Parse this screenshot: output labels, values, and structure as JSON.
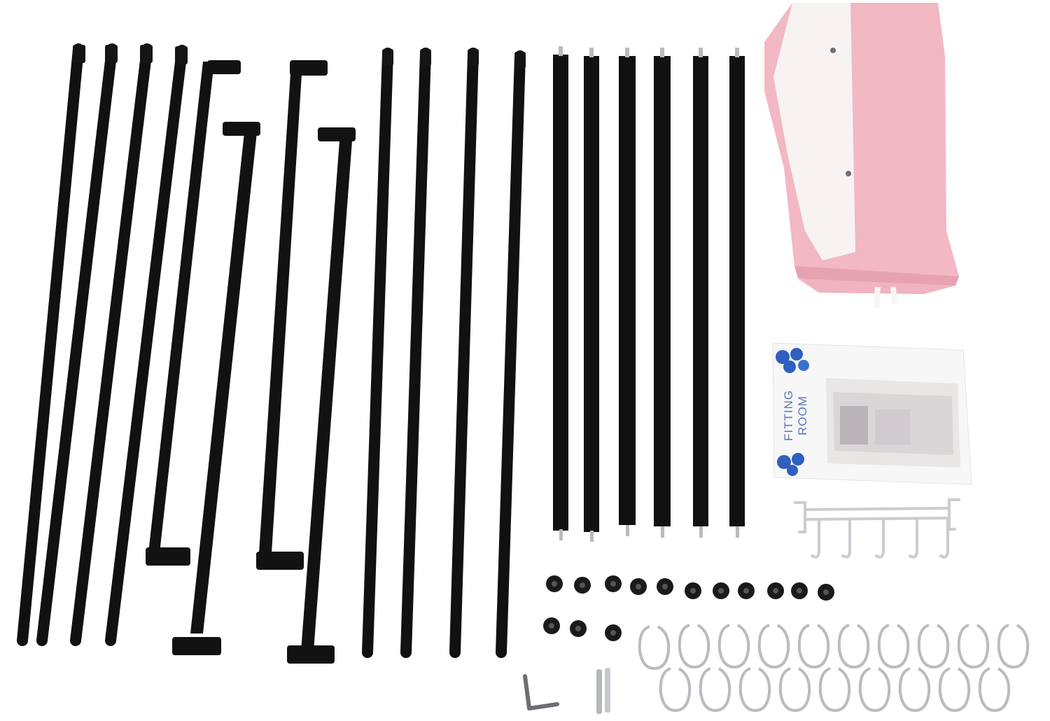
{
  "scene": {
    "description_tag": "product-parts-layout",
    "background": "#ffffff"
  },
  "parts": {
    "long_poles": {
      "count": 8,
      "color": "#111111"
    },
    "l_bars": {
      "count": 4,
      "color": "#111111"
    },
    "short_poles": {
      "count": 6,
      "color": "#111111"
    },
    "fabric": {
      "color_pink": "#f2b8c4",
      "color_white": "#f7f3f3"
    },
    "manual": {
      "title_line1": "FITTING",
      "title_line2": "ROOM"
    },
    "hook_rack": {
      "hook_count": 5,
      "color": "#c9ccd0"
    },
    "rubber_caps": {
      "count": 14,
      "color": "#1a1a1a"
    },
    "curtain_rings": {
      "count": 19,
      "color": "#b9bcc0"
    },
    "hex_key": {
      "count": 1
    },
    "pins": {
      "count": 2
    }
  }
}
